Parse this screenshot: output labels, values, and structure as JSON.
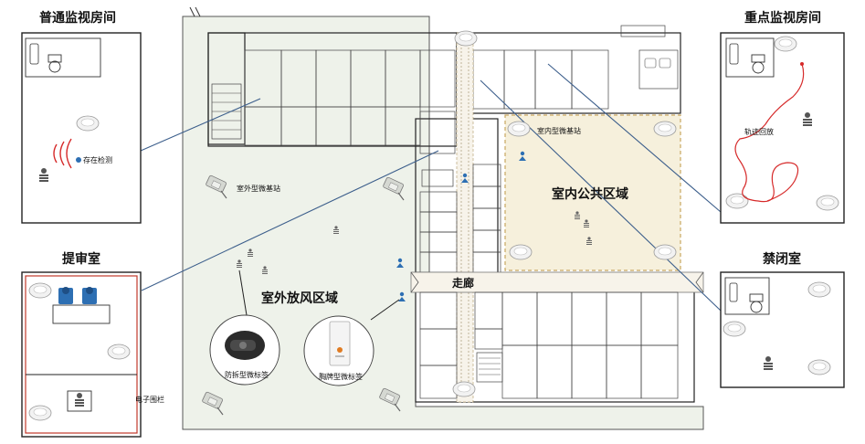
{
  "colors": {
    "outdoor_fill": "#eef2ea",
    "public_area_fill": "#f6f0dc",
    "public_area_border": "#c9a860",
    "cell_highlight": "#d9e4ee",
    "link_line": "#3d5f8c",
    "fence": "#c0392b",
    "track": "#d62a2a",
    "person_blue": "#2d6fb3"
  },
  "panels": {
    "normal_room": {
      "title": "普通监视房间",
      "tag": "存在检测"
    },
    "key_room": {
      "title": "重点监视房间",
      "tag": "轨迹回放"
    },
    "interrogation": {
      "title": "提审室",
      "fence_label": "电子围栏"
    },
    "confinement": {
      "title": "禁闭室"
    }
  },
  "plan": {
    "outdoor_station_label": "室外型微基站",
    "indoor_station_label": "室内型微基站",
    "indoor_public_area": "室内公共区域",
    "outdoor_area": "室外放风区域",
    "corridor": "走廊",
    "wrist_tag": "防拆型微标签",
    "badge_tag": "胸牌型微标签"
  },
  "icons": [
    "station-icon",
    "outdoor-station-icon",
    "person-icon",
    "wrist-tag-icon",
    "badge-tag-icon"
  ]
}
